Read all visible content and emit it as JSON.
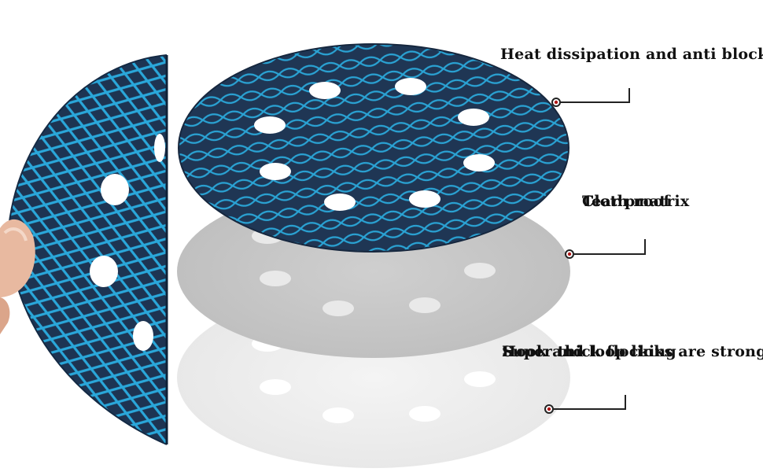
{
  "callouts": [
    {
      "id": "heat",
      "lines": [
        "Heat dissipation and anti blocking"
      ]
    },
    {
      "id": "cloth",
      "lines": [
        "Cloth matrix",
        "Tear proof"
      ]
    },
    {
      "id": "flocking",
      "lines": [
        "Super thick flocking",
        "Hook and loop links are stronger"
      ]
    }
  ],
  "colors": {
    "disc_base": "#1f3654",
    "disc_pattern": "#2aa3d4",
    "cloth_layer": "#c9c9c9",
    "flock_layer": "#eeeeee",
    "leader_line": "#222222",
    "dot_ring": "#b01818"
  },
  "icons": [
    "sanding-disc",
    "cloth-layer",
    "flock-layer",
    "finger",
    "leader-dot"
  ]
}
